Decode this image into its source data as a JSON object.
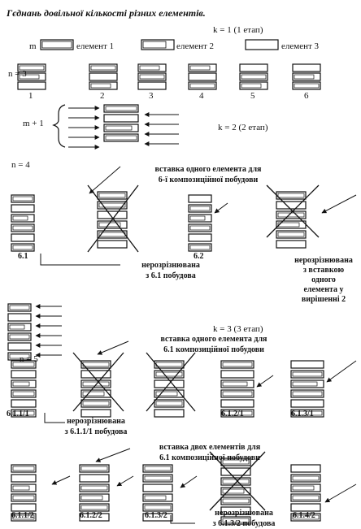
{
  "heading": "Гєднань довільної кількості різних елементів.",
  "stage1": {
    "title": "k = 1 (1 етап)",
    "m_label": "m",
    "n_label": "n = 3",
    "elements": [
      "елемент  1",
      "елемент  2",
      "елемент  3"
    ],
    "numbers": [
      "1",
      "2",
      "3",
      "4",
      "5",
      "6"
    ]
  },
  "stage2": {
    "title": "k = 2 (2 етап)",
    "m_label": "m + 1",
    "n_label": "n = 4",
    "insert_note": [
      "вставка одного елемента для",
      "6-ї композиційної побудови"
    ],
    "labels": [
      "6.1",
      "6.2"
    ],
    "indist_note": [
      "нерозрізнювана",
      "з 6.1 побудова"
    ],
    "indist_note2": [
      "нерозрізнювана",
      "з вставкою",
      "одного",
      "елемента у",
      "вирішенні 2"
    ]
  },
  "stage3": {
    "title": "k = 3 (3 етап)",
    "n_label": "n = 5",
    "insert_note": [
      "вставка одного елемента для",
      "6.1 композиційної побудови"
    ],
    "labels": [
      "6.1.1/1",
      "6.1.2/1",
      "6.1.3/1"
    ],
    "indist_note": [
      "нерозрізнювана",
      "з 6.1.1/1  побудова"
    ],
    "insert_note2": [
      "вставка двох елементів для",
      "6.1 композиційної побудови"
    ],
    "labels2": [
      "6.1.1/2",
      "6.1.2/2",
      "6.1.3/2",
      "6.1.4/2"
    ],
    "indist_note2": [
      "нерозрізнювана",
      "з 6.1.3/2  побудова"
    ]
  }
}
